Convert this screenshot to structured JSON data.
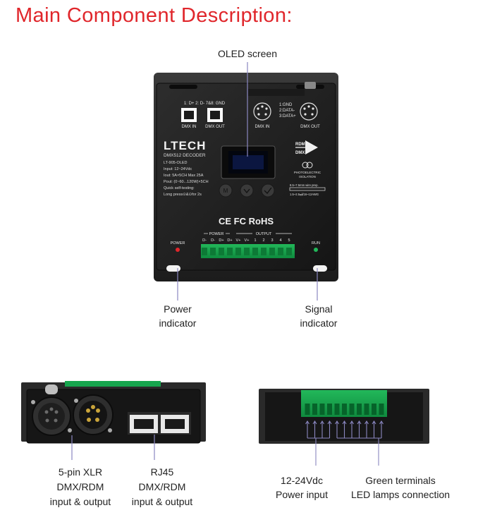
{
  "title": "Main Component Description:",
  "callouts": {
    "oled": "OLED screen",
    "power_indicator": [
      "Power",
      "indicator"
    ],
    "signal_indicator": [
      "Signal",
      "indicator"
    ],
    "xlr": [
      "5-pin XLR",
      "DMX/RDM",
      "input & output"
    ],
    "rj45": [
      "RJ45",
      "DMX/RDM",
      "input & output"
    ],
    "power_input": [
      "12-24Vdc",
      "Power input"
    ],
    "green_terminals": [
      "Green terminals",
      "LED lamps connection"
    ]
  },
  "device": {
    "brand": "LTECH",
    "subtitle": "DMX512 DECODER",
    "model": "LT-905-OLED",
    "specs": [
      "Input: 12~24Vdc",
      "Iout:  5A×5CH  Max 25A",
      "Pout: (0~60...120W)×5CH",
      "Quick self-testing:",
      "Long press⊙&⊙for 2s"
    ],
    "rj45_pins": "1: D+  2: D-  7&8: GND",
    "rj45_in": "DMX IN",
    "rj45_out": "DMX OUT",
    "xlr_pins": [
      "1:GND",
      "2:DATA-",
      "3:DATA+"
    ],
    "xlr_in": "DMX IN",
    "xlr_out": "DMX OUT",
    "rdm": "RDM",
    "dmx": "DMX",
    "isolation": [
      "PHOTOELECTRIC",
      "ISOLATION"
    ],
    "wire_info": [
      "8.5~7.5mm wire prep.",
      "1.5~2.5㎟/16~12AWG"
    ],
    "certs": "CE FC RoHS",
    "power_group": "POWER",
    "output_group": "OUTPUT",
    "terminals": [
      "D-",
      "D-",
      "D+",
      "D+",
      "V+",
      "V+",
      "1",
      "2",
      "3",
      "4",
      "5"
    ],
    "power_led": "POWER",
    "run_led": "RUN"
  },
  "colors": {
    "accent": "#e0262b",
    "device_body": "#232323",
    "terminal_green": "#17a54e",
    "callout_line": "#8a87c0"
  }
}
